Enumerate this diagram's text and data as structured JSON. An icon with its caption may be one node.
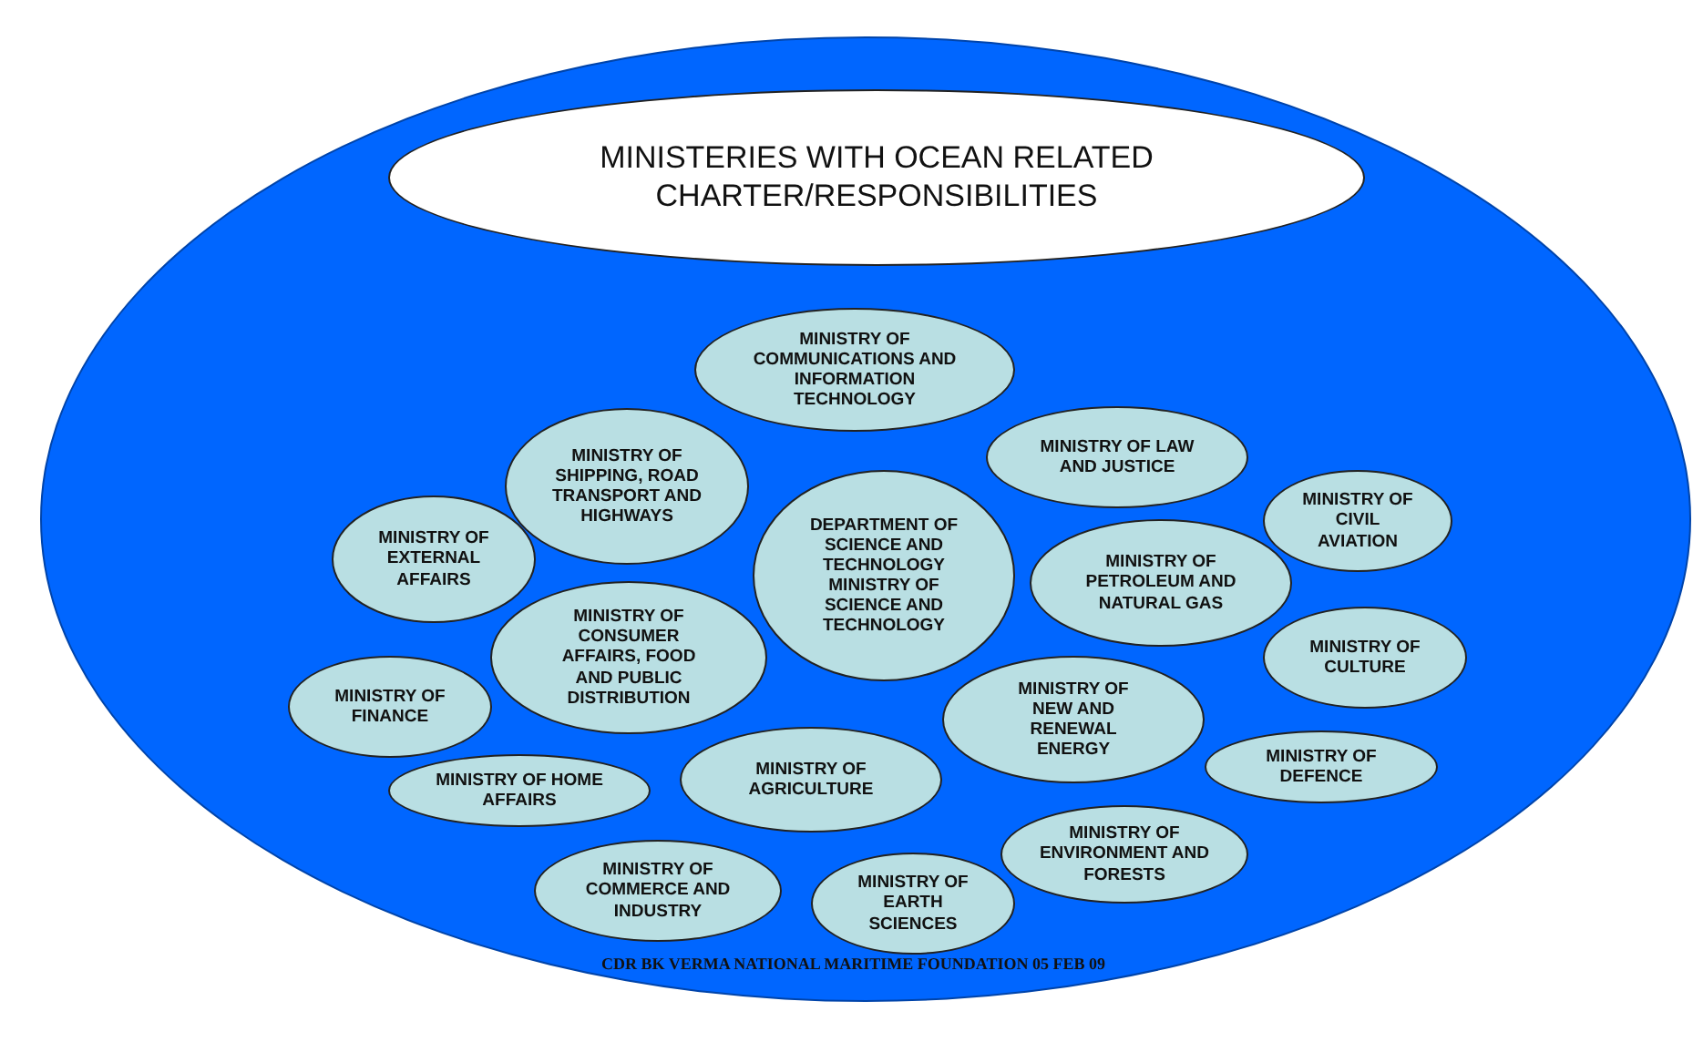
{
  "diagram": {
    "nodes": [
      {
        "text": [],
        "shape": "ellipse"
      },
      {
        "text": [
          "MINISTERIES WITH OCEAN RELATED CHARTER/RESPONSIBILITIES"
        ],
        "in": 0
      },
      {
        "text": [
          "MINISTRY OF COMMUNICATIONS AND INFORMATION TECHNOLOGY"
        ],
        "in": 0
      },
      {
        "text": [
          "MINISTRY OF SHIPPING, ROAD TRANSPORT AND HIGHWAYS"
        ],
        "in": 0
      },
      {
        "text": [
          "MINISTRY OF LAW AND JUSTICE"
        ],
        "in": 0
      },
      {
        "text": [
          "MINISTRY OF CIVIL AVIATION"
        ],
        "in": 0
      },
      {
        "text": [
          "MINISTRY OF EXTERNAL AFFAIRS"
        ],
        "in": 0
      },
      {
        "text": [
          "DEPARTMENT OF SCIENCE AND TECHNOLOGY MINISTRY OF SCIENCE AND TECHNOLOGY"
        ],
        "in": 0
      },
      {
        "text": [
          "MINISTRY OF PETROLEUM AND NATURAL GAS"
        ],
        "in": 0
      },
      {
        "text": [
          "MINISTRY OF CONSUMER AFFAIRS, FOOD AND PUBLIC DISTRIBUTION"
        ],
        "in": 0
      },
      {
        "text": [
          "MINISTRY OF CULTURE"
        ],
        "in": 0
      },
      {
        "text": [
          "MINISTRY OF FINANCE"
        ],
        "in": 0
      },
      {
        "text": [
          "MINISTRY OF NEW AND RENEWAL ENERGY"
        ],
        "in": 0
      },
      {
        "text": [
          "MINISTRY OF AGRICULTURE"
        ],
        "in": 0
      },
      {
        "text": [
          "MINISTRY OF DEFENCE"
        ],
        "in": 0
      },
      {
        "text": [
          "MINISTRY OF HOME AFFAIRS"
        ],
        "in": 0
      },
      {
        "text": [
          "MINISTRY OF ENVIRONMENT AND FORESTS"
        ],
        "in": 0
      },
      {
        "text": [
          "MINISTRY OF COMMERCE AND INDUSTRY"
        ],
        "in": 0
      },
      {
        "text": [
          "MINISTRY OF EARTH SCIENCES"
        ],
        "in": 0
      }
    ],
    "labels": [
      "CDR BK VERMA NATIONAL MARITIME FOUNDATION 05 FEB 09"
    ]
  }
}
